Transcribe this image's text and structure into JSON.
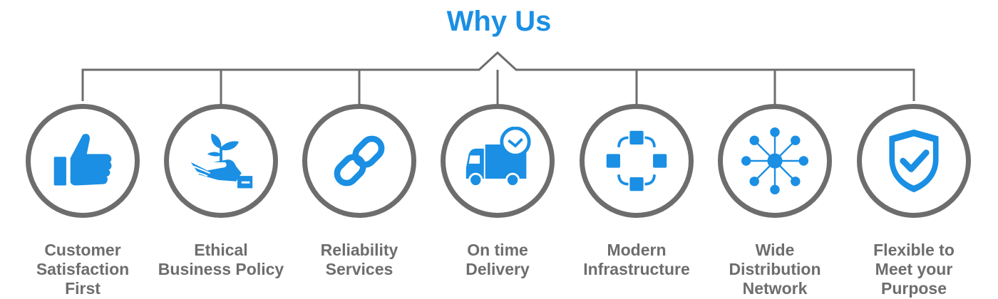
{
  "title": "Why Us",
  "colors": {
    "accent": "#1a8fe3",
    "ring": "#6d6d6d",
    "label": "#6d6d6d"
  },
  "items": [
    {
      "label": "Customer\nSatisfaction\nFirst",
      "icon": "thumbs-up-icon"
    },
    {
      "label": "Ethical\nBusiness Policy",
      "icon": "hand-plant-icon"
    },
    {
      "label": "Reliability\nServices",
      "icon": "chain-link-icon"
    },
    {
      "label": "On time\nDelivery",
      "icon": "delivery-truck-clock-icon"
    },
    {
      "label": "Modern\nInfrastructure",
      "icon": "network-nodes-icon"
    },
    {
      "label": "Wide\nDistribution\nNetwork",
      "icon": "distribution-hub-icon"
    },
    {
      "label": "Flexible to\nMeet your\nPurpose",
      "icon": "shield-check-icon"
    }
  ]
}
